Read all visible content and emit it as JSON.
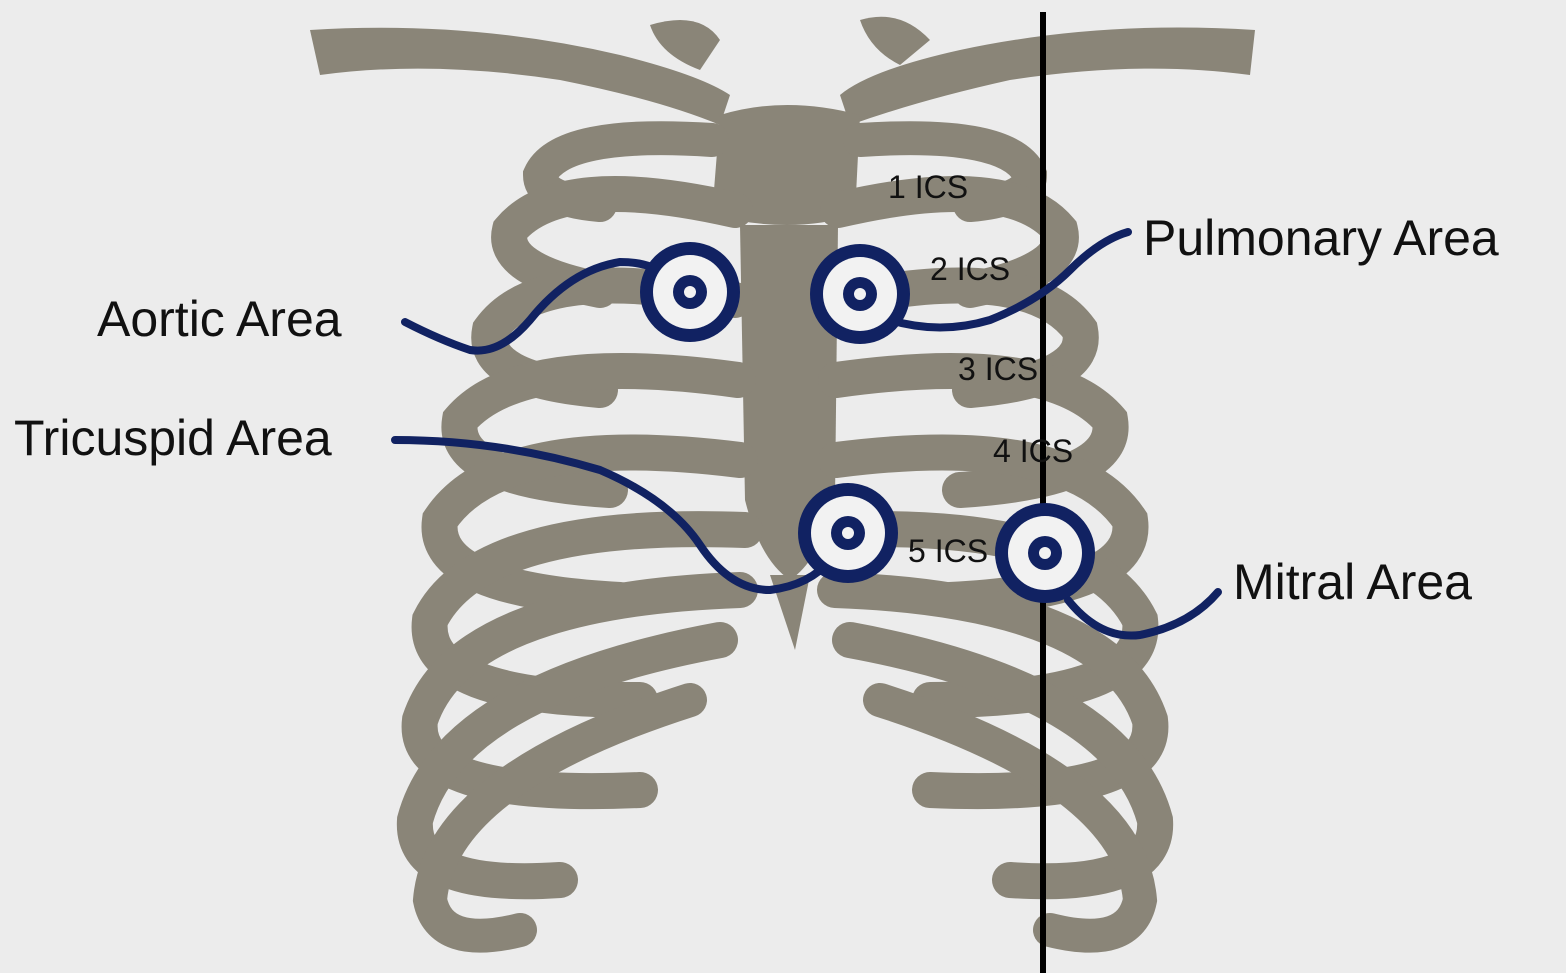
{
  "labels": {
    "aortic": "Aortic Area",
    "pulmonary": "Pulmonary Area",
    "tricuspid": "Tricuspid Area",
    "mitral": "Mitral Area"
  },
  "ics": {
    "ics1": "1 ICS",
    "ics2": "2 ICS",
    "ics3": "3 ICS",
    "ics4": "4 ICS",
    "ics5": "5 ICS"
  },
  "colors": {
    "bone": "#8a8578",
    "marker": "#112262",
    "background": "#ececec",
    "midclavicular_line": "#000000"
  },
  "icons": {
    "auscultation_marker": "stethoscope-target-icon"
  }
}
